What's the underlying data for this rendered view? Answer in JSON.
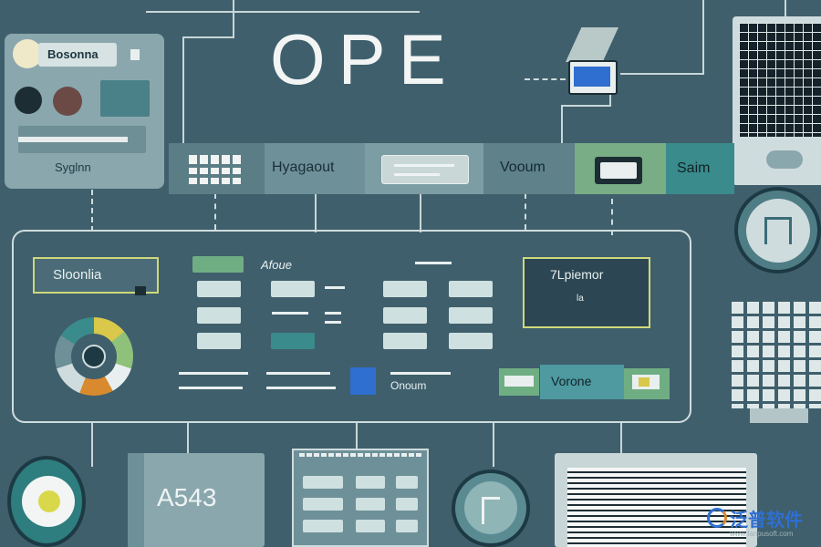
{
  "header": {
    "title": "OPE"
  },
  "top_left_card": {
    "label": "Bosonna",
    "caption": "Syglnn"
  },
  "nav_bar": {
    "items": [
      {
        "label": "Hyagaout"
      },
      {
        "label": "Vooum"
      },
      {
        "label": "Saim"
      }
    ]
  },
  "main_panel": {
    "left_box_label": "Sloonlia",
    "column_header_1": "Afoue",
    "right_box_title": "7Lpiemor",
    "right_box_sub": "la",
    "footer_label": "Onoum",
    "button_label": "Vorone"
  },
  "bottom": {
    "card_label": "A543"
  },
  "watermark": {
    "text": "泛普软件",
    "url": "www.fanpusoft.com"
  },
  "colors": {
    "background": "#3f5f6c",
    "panel": "#8aa7ae",
    "accent_green": "#6fae83",
    "accent_teal": "#3a8b8b",
    "accent_blue": "#2f6fd0",
    "ring_yellow": "#d9c84a",
    "ring_orange": "#d98a2f"
  }
}
